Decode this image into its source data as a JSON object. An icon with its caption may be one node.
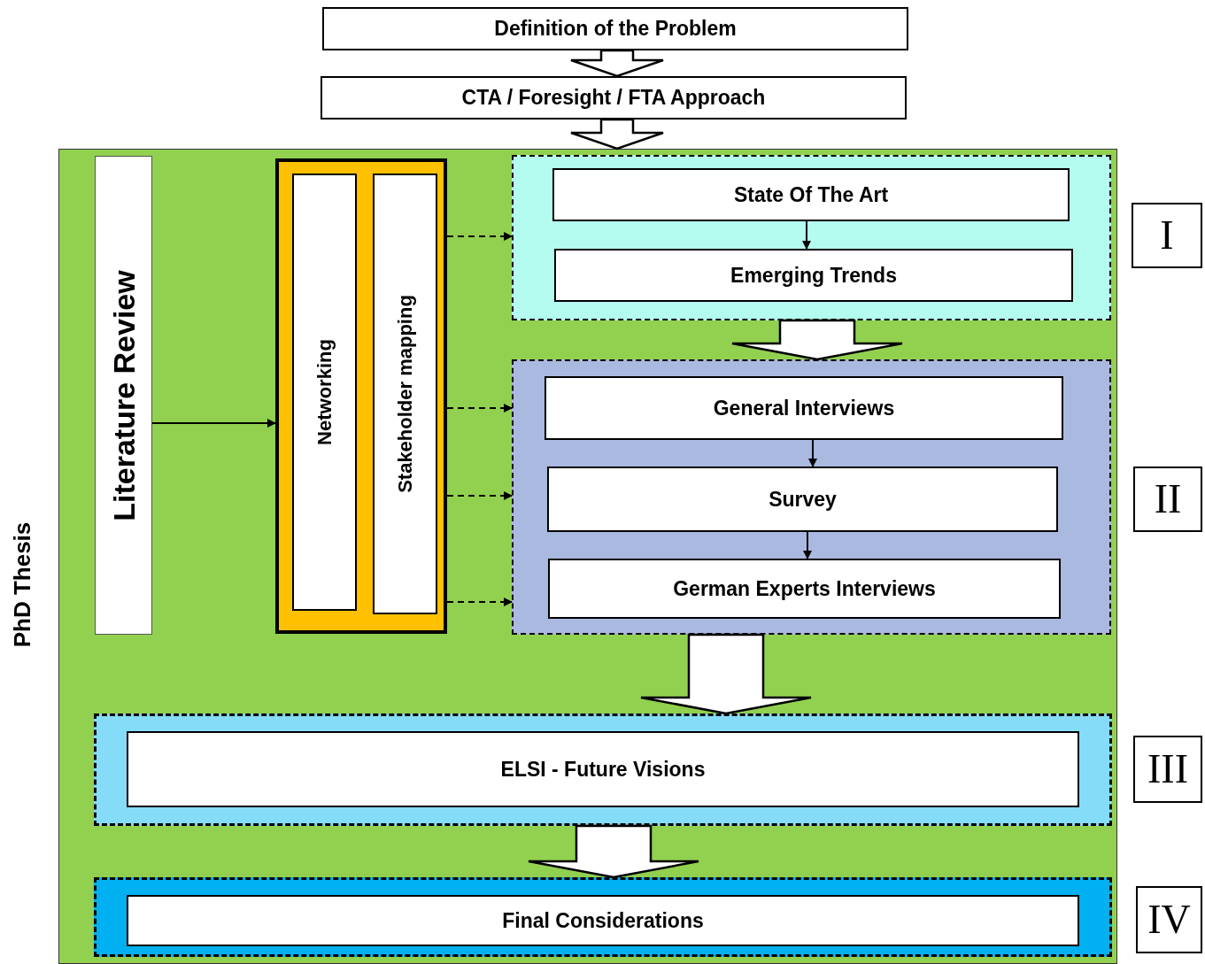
{
  "diagram": {
    "nodes": [
      {
        "text": [
          "Definition of the Problem"
        ]
      },
      {
        "text": [
          "CTA / Foresight / FTA Approach"
        ]
      },
      {
        "text": [
          "PhD Thesis"
        ]
      },
      {
        "text": [
          "Literature Review"
        ],
        "in": 2
      },
      {
        "text": [],
        "shape": "box",
        "in": 2
      },
      {
        "text": [
          "Networking"
        ],
        "in": 4
      },
      {
        "text": [
          "Stakeholder mapping"
        ],
        "in": 4
      },
      {
        "text": [],
        "shape": "box",
        "in": 2
      },
      {
        "text": [
          "State Of The Art"
        ],
        "in": 7
      },
      {
        "text": [
          "Emerging Trends"
        ],
        "in": 7
      },
      {
        "text": [],
        "shape": "box",
        "in": 2
      },
      {
        "text": [
          "General Interviews"
        ],
        "in": 10
      },
      {
        "text": [
          "Survey"
        ],
        "in": 10
      },
      {
        "text": [
          "German Experts Interviews"
        ],
        "in": 10
      },
      {
        "text": [],
        "shape": "box",
        "in": 2
      },
      {
        "text": [
          "ELSI - Future Visions"
        ],
        "in": 14
      },
      {
        "text": [],
        "shape": "box",
        "in": 2
      },
      {
        "text": [
          "Final Considerations"
        ],
        "in": 16
      },
      {
        "text": [
          "I"
        ]
      },
      {
        "text": [
          "II"
        ]
      },
      {
        "text": [
          "III"
        ]
      },
      {
        "text": [
          "IV"
        ]
      }
    ],
    "edges": [
      {
        "from": 0,
        "to": 1,
        "arrow": "to",
        "style": "thick"
      },
      {
        "from": 1,
        "to": 2,
        "arrow": "to",
        "style": "thick"
      },
      {
        "from": 3,
        "to": 4,
        "arrow": "to"
      },
      {
        "from": 4,
        "to": 7,
        "arrow": "to",
        "style": "dashed"
      },
      {
        "from": 4,
        "to": 10,
        "arrow": "to",
        "style": "dashed"
      },
      {
        "from": 4,
        "to": 10,
        "arrow": "to",
        "style": "dashed"
      },
      {
        "from": 4,
        "to": 10,
        "arrow": "to",
        "style": "dashed"
      },
      {
        "from": 8,
        "to": 9,
        "arrow": "to"
      },
      {
        "from": 7,
        "to": 10,
        "arrow": "to",
        "style": "thick"
      },
      {
        "from": 11,
        "to": 12,
        "arrow": "to"
      },
      {
        "from": 12,
        "to": 13,
        "arrow": "to"
      },
      {
        "from": 10,
        "to": 14,
        "arrow": "to",
        "style": "thick"
      },
      {
        "from": 14,
        "to": 16,
        "arrow": "to",
        "style": "thick"
      }
    ]
  }
}
